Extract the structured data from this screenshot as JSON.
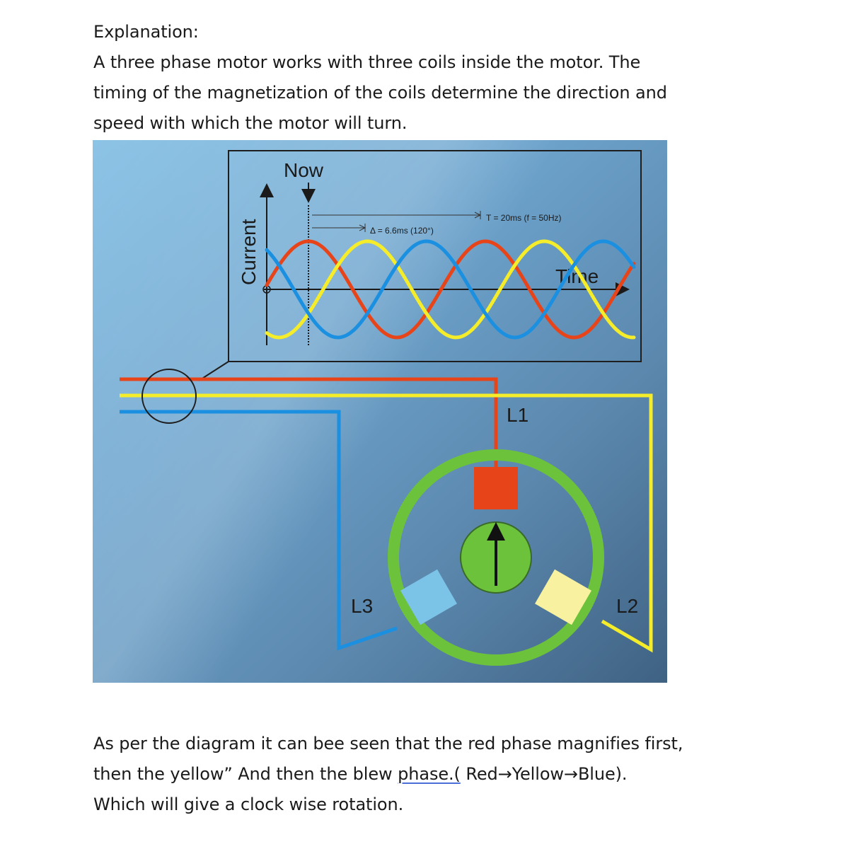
{
  "document": {
    "heading": "Explanation:",
    "intro_lines": [
      "A three phase motor works with three coils inside the motor. The",
      "timing of the magnetization of the coils determine the direction and",
      "speed with which the motor will turn."
    ],
    "conclusion_line1": "As per the diagram it can bee seen that the red phase magnifies first,",
    "conclusion_line2_a": "then the yellow” And then the blew ",
    "conclusion_line2_link": "phase.(",
    "conclusion_line2_b": " Red→Yellow→Blue).",
    "conclusion_line3": "Which will give a clock wise rotation."
  },
  "figure": {
    "now_label": "Now",
    "current_label": "Current",
    "time_label": "Time",
    "period_label": "T = 20ms (f = 50Hz)",
    "delta_label": "Δ = 6.6ms (120°)",
    "phase_labels": {
      "l1": "L1",
      "l2": "L2",
      "l3": "L3"
    },
    "colors": {
      "red": "#e8441a",
      "yellow": "#f5ec2a",
      "blue": "#1b8fe0",
      "green": "#6dc23c",
      "coil_blue": "#7cc3e8",
      "coil_yellow": "#f7f1a0"
    }
  }
}
